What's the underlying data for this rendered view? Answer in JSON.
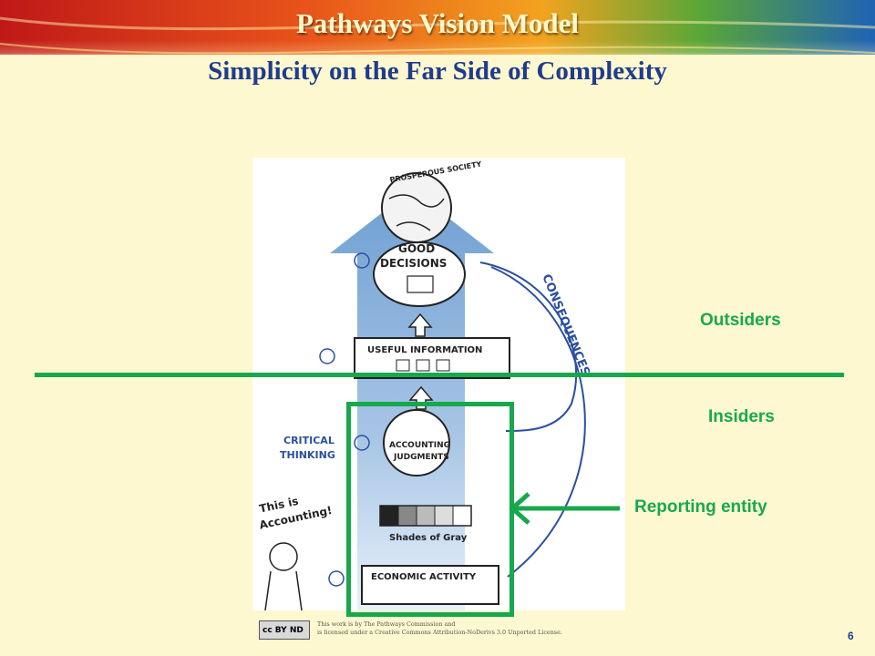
{
  "header": {
    "title": "Pathways Vision Model",
    "subtitle": "Simplicity on the Far Side of Complexity"
  },
  "labels": {
    "outsiders": "Outsiders",
    "insiders": "Insiders",
    "reporting_entity": "Reporting entity"
  },
  "illustration": {
    "prosperous_society": "PROSPEROUS SOCIETY",
    "good_decisions_line1": "GOOD",
    "good_decisions_line2": "DECISIONS",
    "useful_information": "USEFUL INFORMATION",
    "consequences": "CONSEQUENCES",
    "critical_thinking_line1": "CRITICAL",
    "critical_thinking_line2": "THINKING",
    "accounting_judgments_line1": "ACCOUNTING",
    "accounting_judgments_line2": "JUDGMENTS",
    "shades_of_gray": "Shades of Gray",
    "economic_activity": "ECONOMIC ACTIVITY",
    "this_is_accounting_line1": "This is",
    "this_is_accounting_line2": "Accounting!"
  },
  "license": {
    "badge": "cc BY ND",
    "line1": "This work is by The Pathways Commission and",
    "line2": "is licensed under a Creative Commons Attribution-NoDerivs 3.0 Unported License."
  },
  "page_number": "6",
  "colors": {
    "title_blue": "#1f3c8c",
    "label_green": "#18a84f",
    "background": "#fdf8cf"
  }
}
